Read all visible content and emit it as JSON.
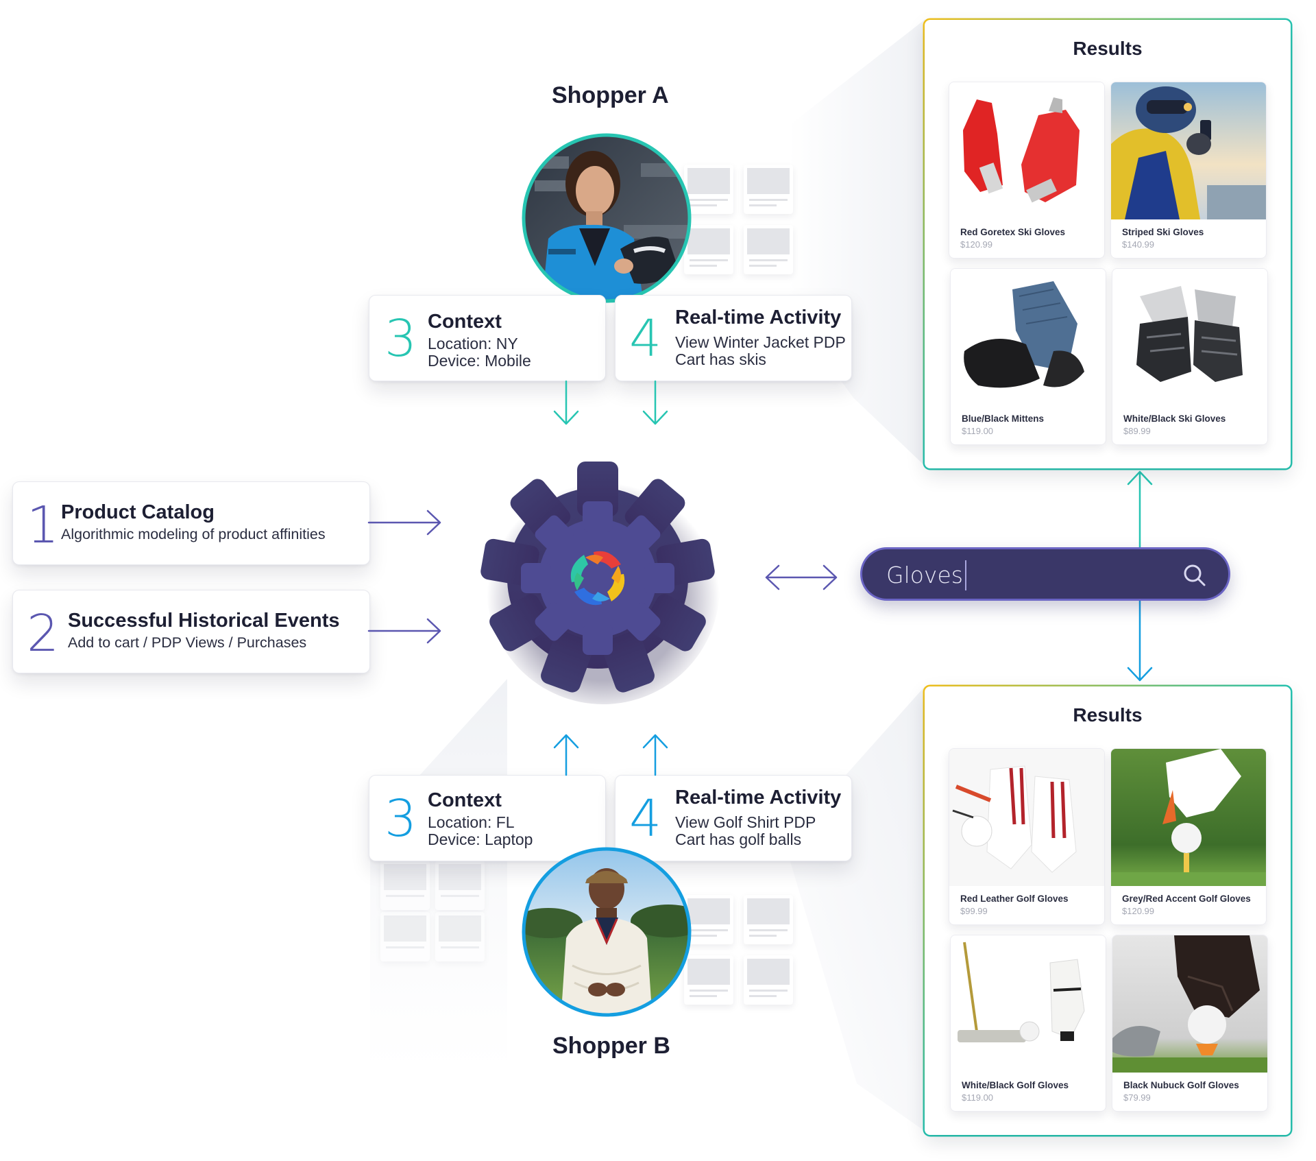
{
  "shopper_a": {
    "label": "Shopper A",
    "context": {
      "number": "3",
      "title": "Context",
      "line1": "Location: NY",
      "line2": "Device: Mobile"
    },
    "activity": {
      "number": "4",
      "title": "Real-time Activity",
      "line1": "View Winter Jacket PDP",
      "line2": "Cart has skis"
    }
  },
  "shopper_b": {
    "label": "Shopper B",
    "context": {
      "number": "3",
      "title": "Context",
      "line1": "Location: FL",
      "line2": "Device: Laptop"
    },
    "activity": {
      "number": "4",
      "title": "Real-time Activity",
      "line1": "View Golf Shirt PDP",
      "line2": "Cart has golf balls"
    }
  },
  "inputs": [
    {
      "number": "1",
      "title": "Product Catalog",
      "subtitle": "Algorithmic modeling of product affinities"
    },
    {
      "number": "2",
      "title": "Successful Historical Events",
      "subtitle": "Add to cart / PDP Views / Purchases"
    }
  ],
  "engine": {
    "icon": "gear-engine-icon",
    "logo": "pinwheel-logo-icon"
  },
  "search": {
    "query": "Gloves",
    "icon": "search-icon"
  },
  "results_a": {
    "title": "Results",
    "products": [
      {
        "name": "Red Goretex Ski Gloves",
        "price": "$120.99",
        "image": "red-ski-gloves-image"
      },
      {
        "name": "Striped Ski Gloves",
        "price": "$140.99",
        "image": "skier-photo-image"
      },
      {
        "name": "Blue/Black Mittens",
        "price": "$119.00",
        "image": "blue-black-mittens-image"
      },
      {
        "name": "White/Black Ski Gloves",
        "price": "$89.99",
        "image": "white-black-ski-gloves-image"
      }
    ]
  },
  "results_b": {
    "title": "Results",
    "products": [
      {
        "name": "Red Leather Golf Gloves",
        "price": "$99.99",
        "image": "red-leather-golf-gloves-image"
      },
      {
        "name": "Grey/Red Accent Golf Gloves",
        "price": "$120.99",
        "image": "golf-tee-photo-image"
      },
      {
        "name": "White/Black Golf Gloves",
        "price": "$119.00",
        "image": "putter-golf-glove-image"
      },
      {
        "name": "Black Nubuck Golf Gloves",
        "price": "$79.99",
        "image": "black-glove-golf-ball-image"
      }
    ]
  },
  "colors": {
    "purple": "#5b57b0",
    "teal": "#27c5b2",
    "blue": "#149ee0",
    "engine_dark": "#3d3a6b",
    "engine_mid": "#4f4c95",
    "search_bg": "#3a3768"
  }
}
